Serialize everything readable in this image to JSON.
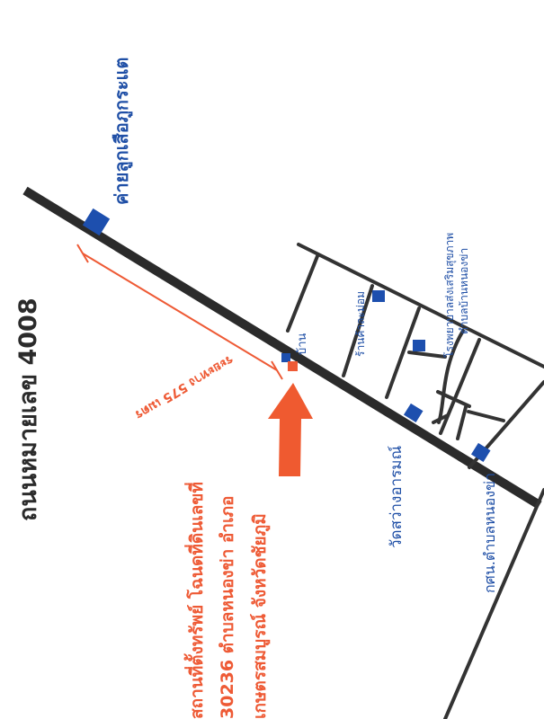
{
  "road_label": "ถนนหมายเลข 4008",
  "distance_label": "ระยะทาง 575 เมตร",
  "property_lines": [
    "สถานที่ตั้งทรัพย์ โฉนดที่ดินเลขที่",
    "30236 ตำบลหนองข่า อำเภอ",
    "เกษตรสมบูรณ์ จังหวัดชัยภูมิ"
  ],
  "landmarks": {
    "camp": "ค่ายลูกเสือภูกระแต",
    "house": "บ้าน",
    "shop": "ร้านค้าละม่อม",
    "hospital_line1": "โรงพยาบาลส่งเสริมสุขภาพ",
    "hospital_line2": "ตำบลบ้านหนองข่า",
    "temple": "วัดสว่างอารมณ์",
    "library": "กศน.ตำบลหนองข่า"
  },
  "colors": {
    "road": "#2b2b2b",
    "landmark_blue": "#1d4fae",
    "label_blue": "#1f4fa6",
    "accent_red": "#ee5a35",
    "arrow_red": "#ef5a30"
  }
}
